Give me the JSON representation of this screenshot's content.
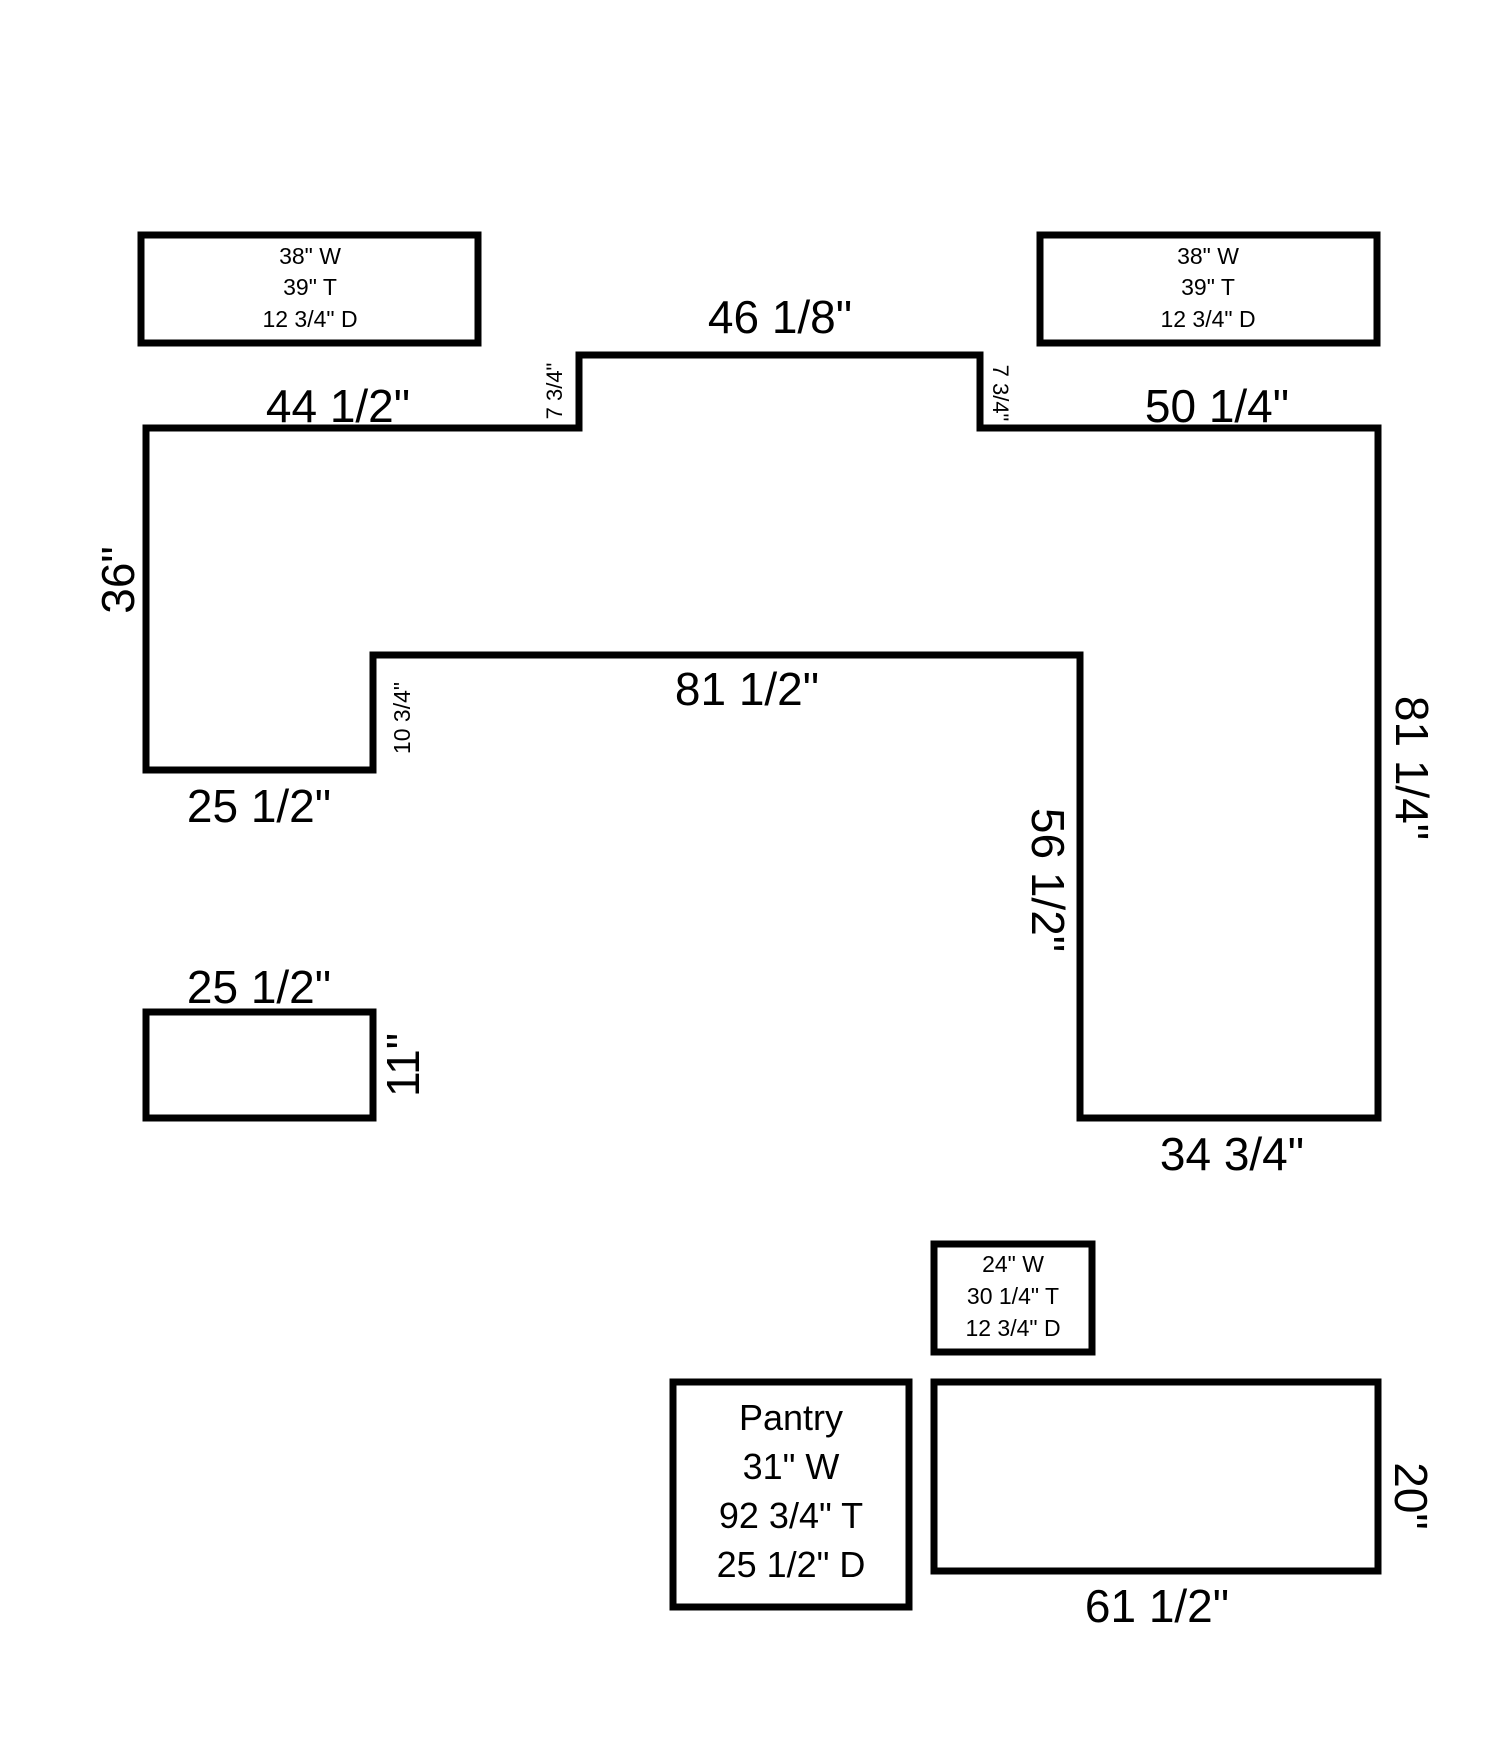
{
  "cabinet_left": {
    "lines": [
      "38\" W",
      "39\" T",
      "12 3/4\" D"
    ]
  },
  "cabinet_right": {
    "lines": [
      "38\" W",
      "39\" T",
      "12 3/4\" D"
    ]
  },
  "counter_dims": {
    "top_left": "44 1/2\"",
    "top_center": "46 1/8\"",
    "top_right": "50 1/4\"",
    "step_left": "7 3/4\"",
    "step_right": "7 3/4\"",
    "left_side": "36\"",
    "inner_top": "81 1/2\"",
    "inner_step": "10  3/4\"",
    "bottom_left": "25 1/2\"",
    "right_side": "81 1/4\"",
    "inner_right": "56 1/2\"",
    "bottom_right": "34 3/4\""
  },
  "small_block": {
    "width": "25 1/2\"",
    "height": "11\""
  },
  "small_cabinet": {
    "lines": [
      "24\" W",
      "30 1/4\" T",
      "12 3/4\" D"
    ]
  },
  "pantry": {
    "lines": [
      "Pantry",
      "31\" W",
      "92 3/4\" T",
      "25 1/2\" D"
    ]
  },
  "bottom_counter": {
    "width": "61 1/2\"",
    "height": "20\""
  }
}
